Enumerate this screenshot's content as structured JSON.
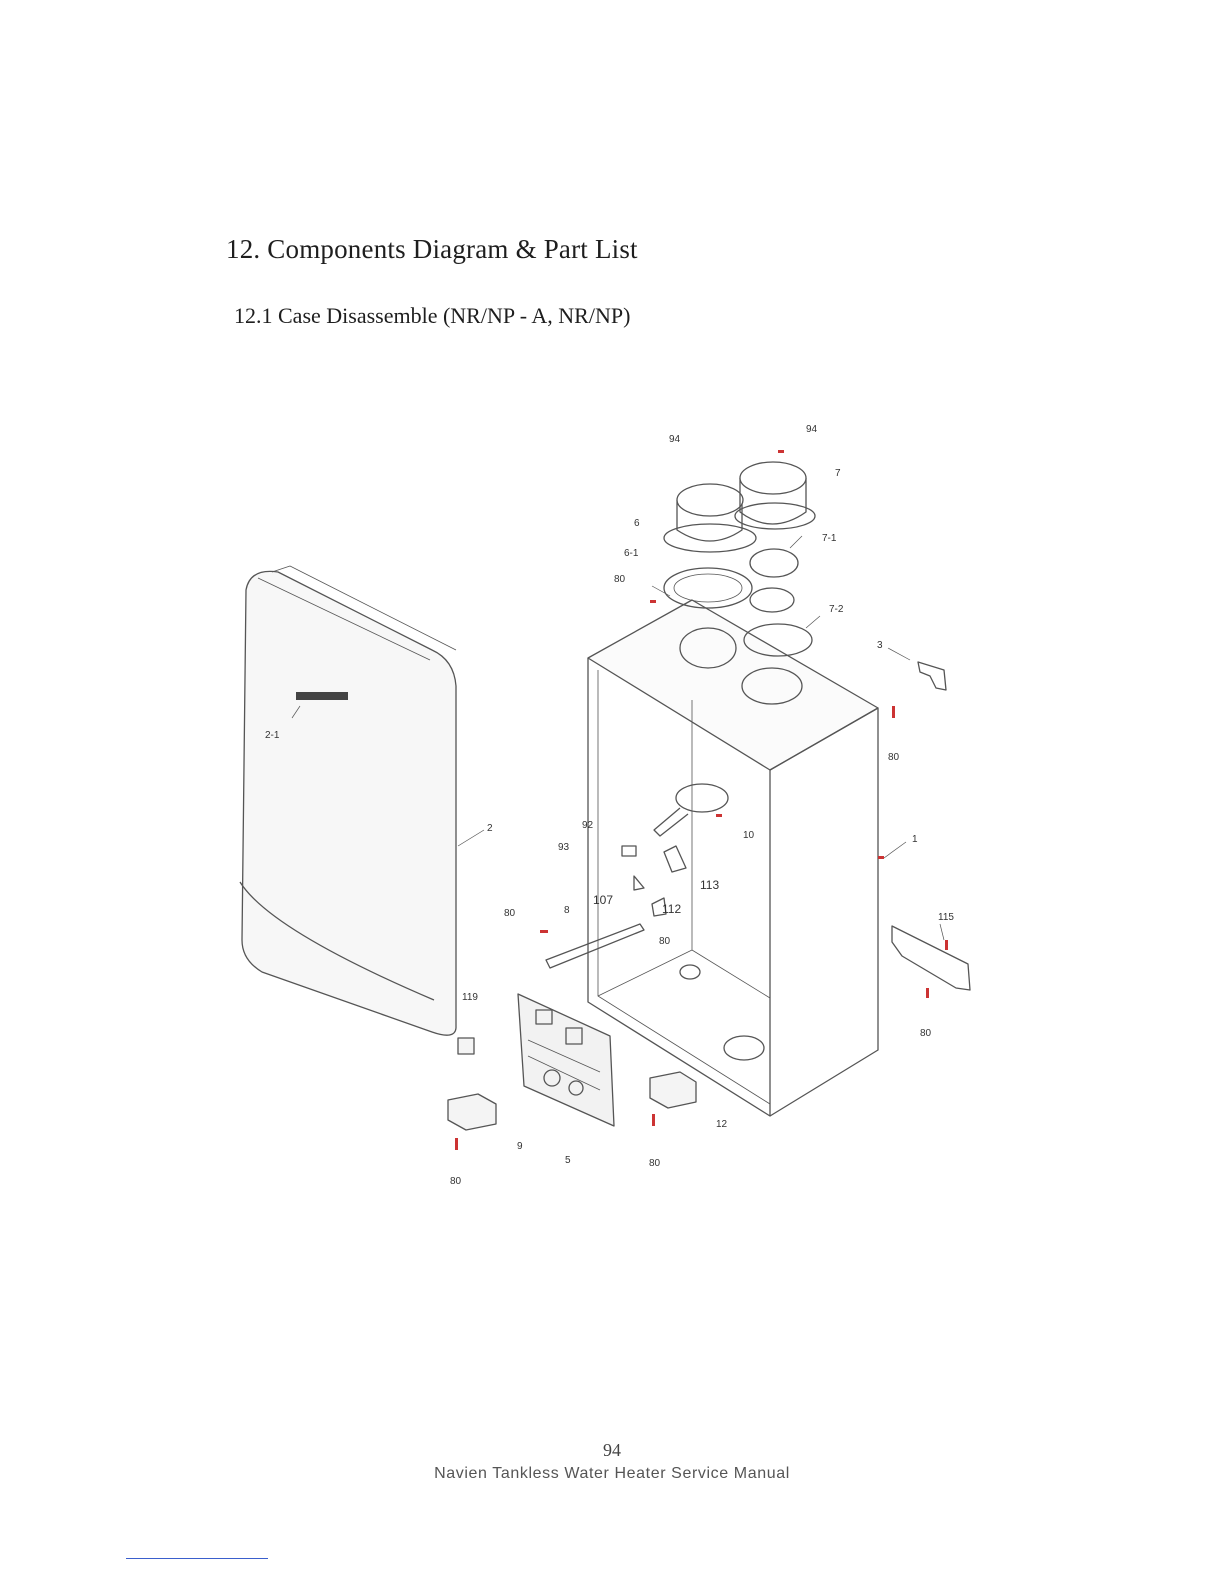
{
  "heading": "12. Components Diagram & Part List",
  "subheading": "12.1 Case Disassemble (NR/NP - A, NR/NP)",
  "diagram": {
    "callouts": [
      "94",
      "94",
      "7",
      "6",
      "6-1",
      "7-1",
      "80",
      "7-2",
      "3",
      "80",
      "2-1",
      "2",
      "92",
      "10",
      "93",
      "1",
      "113",
      "107",
      "112",
      "8",
      "80",
      "80",
      "115",
      "119",
      "80",
      "12",
      "9",
      "5",
      "80",
      "80"
    ],
    "colors": {
      "line": "#555555",
      "screw": "#cc3333"
    }
  },
  "footer": {
    "page_number": "94",
    "manual_title": "Navien Tankless Water Heater Service Manual"
  }
}
